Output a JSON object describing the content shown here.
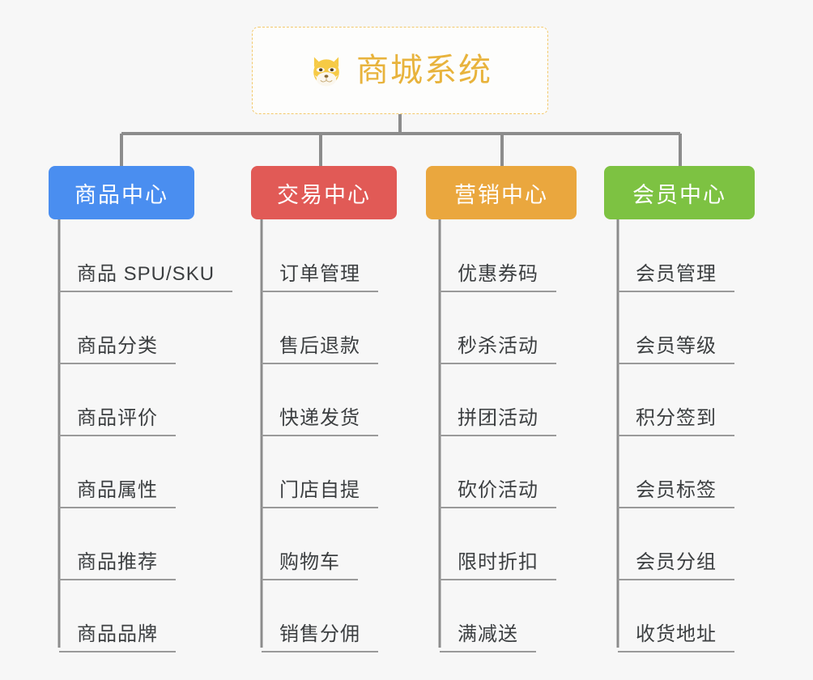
{
  "diagram": {
    "title": "商城系统",
    "type": "org-tree",
    "background_color": "#f7f7f7",
    "root": {
      "label": "商城系统",
      "icon": "shiba-dog-emoji",
      "text_color": "#e8b33c",
      "border_color": "#f3c96b",
      "background_color": "#fdfdfc"
    },
    "connector_color": "#8c8c8c",
    "leaf_rule_color": "#9a9a9a",
    "leaf_text_color": "#3c3f41",
    "categories": [
      {
        "label": "商品中心",
        "color": "#4a8ef0",
        "items": [
          "商品 SPU/SKU",
          "商品分类",
          "商品评价",
          "商品属性",
          "商品推荐",
          "商品品牌"
        ]
      },
      {
        "label": "交易中心",
        "color": "#e15a56",
        "items": [
          "订单管理",
          "售后退款",
          "快递发货",
          "门店自提",
          "购物车",
          "销售分佣"
        ]
      },
      {
        "label": "营销中心",
        "color": "#eaa73e",
        "items": [
          "优惠券码",
          "秒杀活动",
          "拼团活动",
          "砍价活动",
          "限时折扣",
          "满减送"
        ]
      },
      {
        "label": "会员中心",
        "color": "#7dc242",
        "items": [
          "会员管理",
          "会员等级",
          "积分签到",
          "会员标签",
          "会员分组",
          "收货地址"
        ]
      }
    ]
  }
}
